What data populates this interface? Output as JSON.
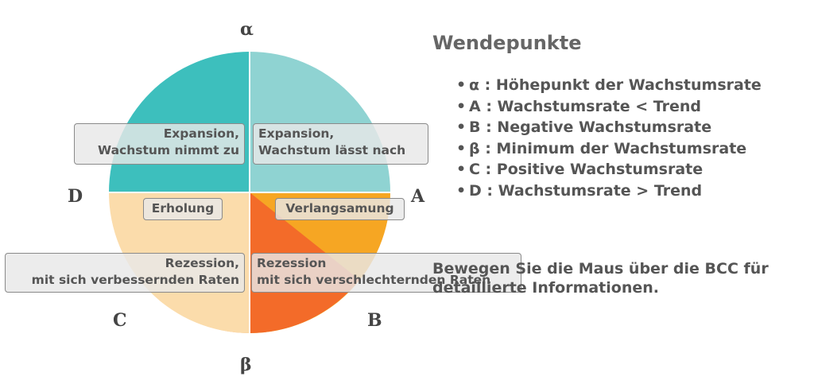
{
  "points": {
    "alpha": "α",
    "A": "A",
    "B": "B",
    "beta": "β",
    "C": "C",
    "D": "D"
  },
  "phases": {
    "expansion_growing": [
      "Expansion,",
      "Wachstum nimmt zu"
    ],
    "expansion_slowing": [
      "Expansion,",
      "Wachstum lässt nach"
    ],
    "recovery": "Erholung",
    "slowdown": "Verlangsamung",
    "recession_improving": [
      "Rezession,",
      "mit sich verbessernden Raten"
    ],
    "recession_worsening": [
      "Rezession",
      "mit sich verschlechternden Raten"
    ]
  },
  "legend": {
    "title": "Wendepunkte",
    "items": [
      "α : Höhepunkt der Wachstumsrate",
      "A : Wachstumsrate < Trend",
      "B : Negative Wachstumsrate",
      "β : Minimum der Wachstumsrate",
      "C : Positive Wachstumsrate",
      "D : Wachstumsrate > Trend"
    ],
    "bullet": "•"
  },
  "hint": "Bewegen Sie die Maus über die BCC für detaillierte Informationen.",
  "colors": {
    "top_left": "#3dbfbd",
    "top_right": "#8fd3d2",
    "right_mid": "#f6a623",
    "bottom_right": "#f36b29",
    "bottom_left": "#f49a69",
    "left_mid": "#fbdcab"
  }
}
